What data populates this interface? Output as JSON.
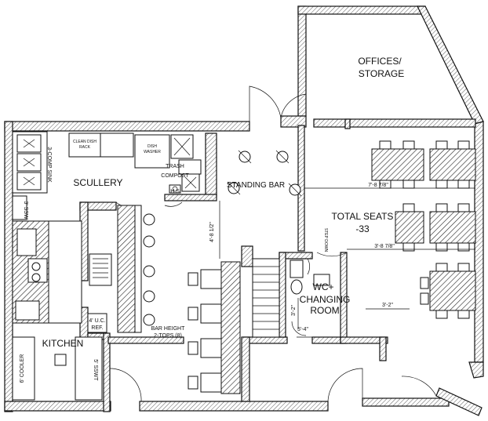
{
  "labels": {
    "offices": "OFFICES/",
    "storage": "STORAGE",
    "scullery": "SCULLERY",
    "standing_bar": "STANDING BAR",
    "total_seats": "TOTAL SEATS",
    "seat_count": "-33",
    "wc": "WC+",
    "changing": "CHANGING",
    "room": "ROOM",
    "kitchen": "KITCHEN",
    "bar_height": "BAR HEIGHT",
    "two_tops": "2-TOPS (8)",
    "uc_ref": "4' U.C.",
    "ref": "REF.",
    "trash": "TRASH",
    "compost": "COMPOST",
    "hand_sink": "H.S.",
    "clean_dish": "CLEAN DISH",
    "rack": "RACK",
    "dish": "DISH",
    "washer": "WASHER",
    "comp_sink": "3-COMP SINK",
    "ssw_left": "3' SSW",
    "cooler": "6' COOLER",
    "ssw_right": "5' SSWT",
    "step_down": "STEP DOWN"
  },
  "dimensions": {
    "d1": "7'-8 7/8\"",
    "d2": "3'-8 7/8\"",
    "d3": "3'-2\"",
    "d4": "5'-4\"",
    "d5": "4'-8 1/2\"",
    "d6": "3'-2\""
  }
}
